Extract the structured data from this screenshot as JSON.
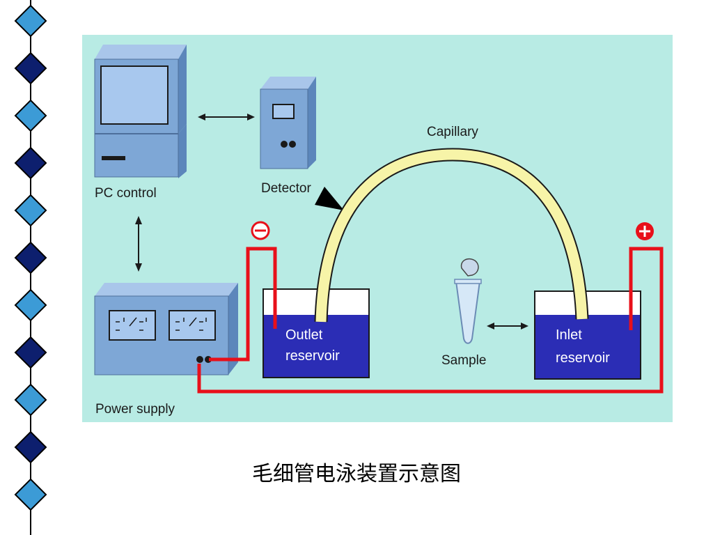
{
  "diagram": {
    "labels": {
      "pc_control": "PC control",
      "detector": "Detector",
      "capillary": "Capillary",
      "power_supply": "Power supply",
      "outlet_line1": "Outlet",
      "outlet_line2": "reservoir",
      "inlet_line1": "Inlet",
      "inlet_line2": "reservoir",
      "sample": "Sample"
    },
    "symbols": {
      "negative": "minus-circle-icon",
      "positive": "plus-circle-icon"
    },
    "colors": {
      "panel_bg": "#b8ebe4",
      "equipment": "#7ea7d6",
      "equipment_dark": "#5c86bb",
      "reservoir_fluid": "#2b2db5",
      "wire": "#e8101a",
      "capillary": "#f7f4a8",
      "sidebar_light": "#3c9bd6",
      "sidebar_dark": "#0d1f6e"
    }
  },
  "caption": "毛细管电泳装置示意图"
}
